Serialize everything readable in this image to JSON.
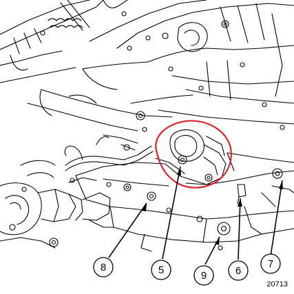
{
  "diagram": {
    "highlight_color": "#d9252f",
    "line_color": "#000000",
    "callouts": [
      {
        "id": "c8",
        "label": "8"
      },
      {
        "id": "c5",
        "label": "5"
      },
      {
        "id": "c9",
        "label": "9"
      },
      {
        "id": "c6",
        "label": "6"
      },
      {
        "id": "c7",
        "label": "7"
      }
    ],
    "reference_code": "20713"
  }
}
